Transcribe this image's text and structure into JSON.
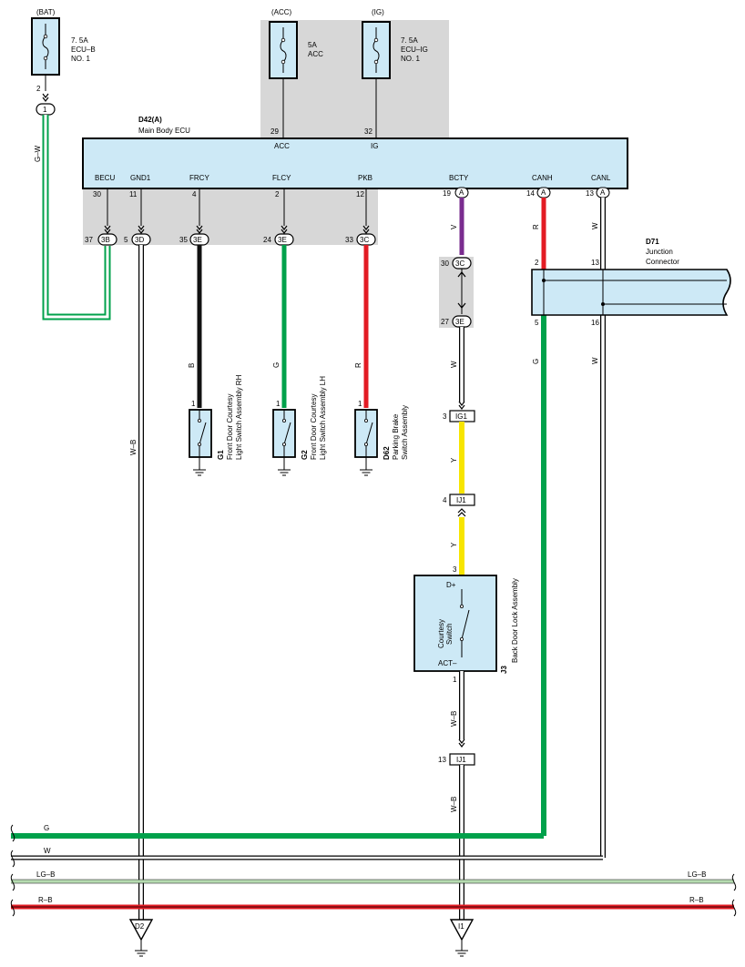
{
  "colors": {
    "panel": "#cde9f6",
    "gray": "#d7d7d7",
    "wire_green": "#00a14b",
    "wire_light_green": "#b5dcb0",
    "wire_red": "#e31b23",
    "wire_purple": "#7a2c8f",
    "wire_yellow": "#f7e500",
    "wire_black": "#111111"
  },
  "fuses": [
    {
      "supply": "(BAT)",
      "rating": "7. 5A",
      "name1": "ECU–B",
      "name2": "NO. 1",
      "pin": "2",
      "connector": "1"
    },
    {
      "supply": "(ACC)",
      "rating": "5A",
      "name1": "ACC",
      "name2": "",
      "pin": "29",
      "connector": ""
    },
    {
      "supply": "(IG)",
      "rating": "7. 5A",
      "name1": "ECU–IG",
      "name2": "NO. 1",
      "pin": "32",
      "connector": ""
    }
  ],
  "ecu": {
    "id": "D42(A)",
    "name": "Main Body ECU",
    "top_terminals": [
      "ACC",
      "IG"
    ],
    "terminals": [
      "BECU",
      "GND1",
      "FRCY",
      "FLCY",
      "PKB",
      "BCTY",
      "CANH",
      "CANL"
    ],
    "pins": [
      "30",
      "11",
      "4",
      "2",
      "12",
      "19",
      "14",
      "13"
    ],
    "pin_connectors": [
      "",
      "",
      "",
      "",
      "",
      "A",
      "A",
      "A"
    ]
  },
  "junction_connectors": [
    {
      "pin": "37",
      "conn": "3B"
    },
    {
      "pin": "5",
      "conn": "3D"
    },
    {
      "pin": "35",
      "conn": "3E"
    },
    {
      "pin": "24",
      "conn": "3E"
    },
    {
      "pin": "33",
      "conn": "3C"
    },
    {
      "pin": "30",
      "conn": "3C"
    },
    {
      "pin": "27",
      "conn": "3E"
    }
  ],
  "wire_labels": {
    "gw": "G–W",
    "v": "V",
    "r_canh": "R",
    "w_canl": "W",
    "wb_left": "W–B",
    "b": "B",
    "g": "G",
    "r": "R",
    "w_mid": "W",
    "y1": "Y",
    "y2": "Y",
    "wb1": "W–B",
    "wb2": "W–B",
    "g_canh": "G",
    "w_canl2": "W"
  },
  "junction_d71": {
    "id": "D71",
    "line1": "Junction",
    "line2": "Connector",
    "pins": [
      "2",
      "13",
      "5",
      "16"
    ]
  },
  "switches": [
    {
      "pin": "1",
      "id": "G1",
      "line1": "Front Door Courtesy",
      "line2": "Light Switch Assembly  RH"
    },
    {
      "pin": "1",
      "id": "G2",
      "line1": "Front Door Courtesy",
      "line2": "Light Switch Assembly  LH"
    },
    {
      "pin": "1",
      "id": "D62",
      "line1": "Parking Brake",
      "line2": "Switch Assembly"
    }
  ],
  "inline_connectors": [
    {
      "pin": "3",
      "conn": "IG1"
    },
    {
      "pin": "4",
      "conn": "IJ1"
    },
    {
      "pin": "13",
      "conn": "IJ1"
    }
  ],
  "back_door": {
    "id": "J3",
    "name": "Back Door Lock Assembly",
    "inner1": "Courtesy",
    "inner2": "Switch",
    "d_plus": "D+",
    "act": "ACT–",
    "pin_top": "3",
    "pin_bottom": "1"
  },
  "buses": [
    {
      "left": "G",
      "right": ""
    },
    {
      "left": "W",
      "right": ""
    },
    {
      "left": "LG–B",
      "right": "LG–B"
    },
    {
      "left": "R–B",
      "right": "R–B"
    }
  ],
  "grounds": [
    "D2",
    "I1"
  ]
}
